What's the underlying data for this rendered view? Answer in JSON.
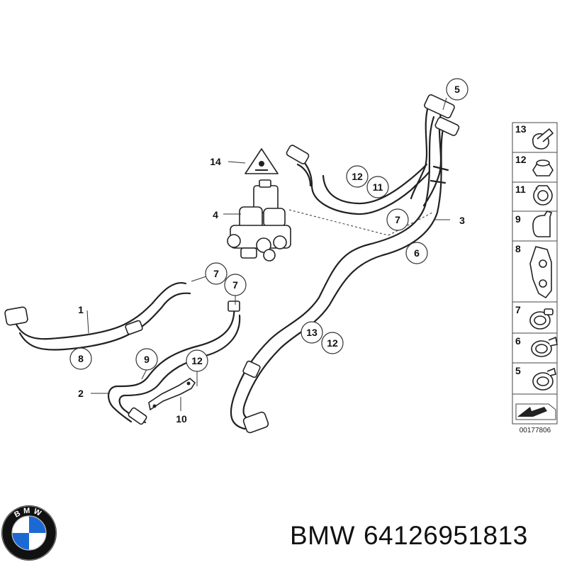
{
  "callouts": {
    "c5_top": "5",
    "c12_top": "12",
    "c11_top": "11",
    "c14": "14",
    "c4": "4",
    "c3": "3",
    "c7_right": "7",
    "c6": "6",
    "c7_left": "7",
    "c7_mid": "7",
    "c1": "1",
    "c8": "8",
    "c13_low": "13",
    "c12_low": "12",
    "c9": "9",
    "c12_bracket": "12",
    "c2": "2",
    "c10": "10"
  },
  "side_panel": {
    "items": [
      {
        "number": "13",
        "icon": "hose-clamp-icon"
      },
      {
        "number": "12",
        "icon": "hex-nut-icon"
      },
      {
        "number": "11",
        "icon": "hose-clip-icon"
      },
      {
        "number": "9",
        "icon": "retaining-clip-icon"
      },
      {
        "number": "8",
        "icon": "bracket-holder-icon"
      },
      {
        "number": "7",
        "icon": "worm-clamp-icon"
      },
      {
        "number": "6",
        "icon": "spring-clamp-icon"
      },
      {
        "number": "5",
        "icon": "spring-clamp-icon"
      }
    ],
    "diagram_code": "00177806"
  },
  "brand": {
    "name": "BMW",
    "part_number": "64126951813",
    "logo_letters": "BMW",
    "logo_colors": {
      "blue": "#1c69d4",
      "white": "#ffffff",
      "ring": "#111111"
    }
  }
}
